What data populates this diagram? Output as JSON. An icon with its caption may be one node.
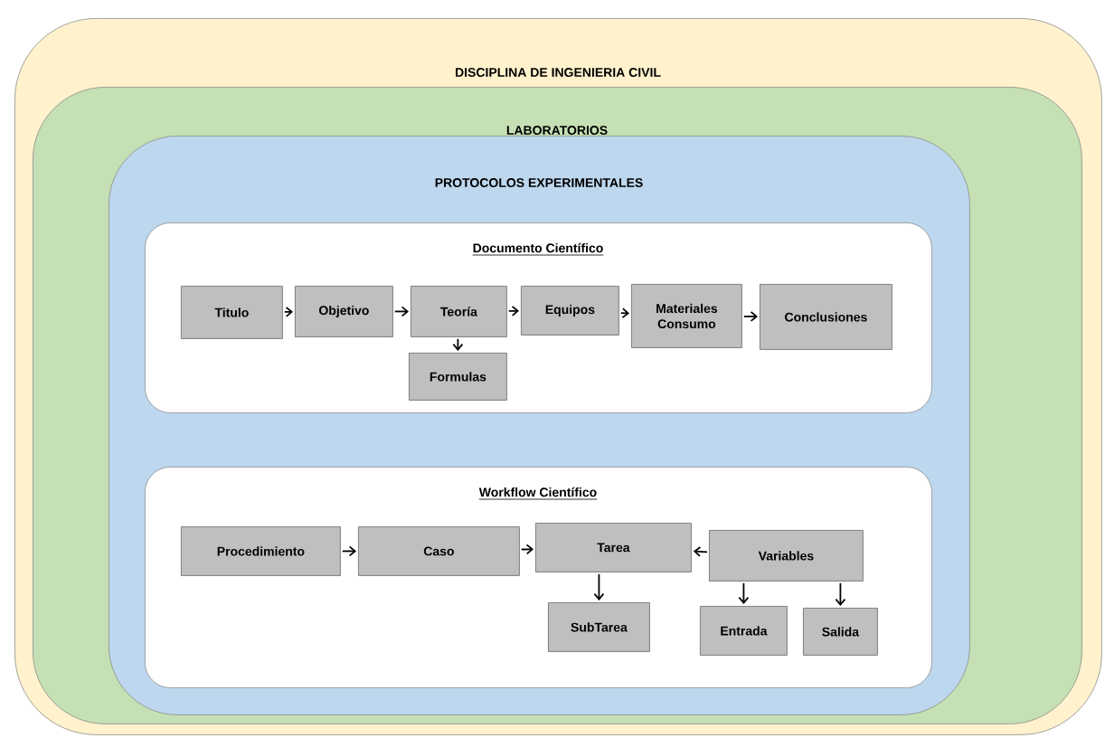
{
  "diagram": {
    "nodes": [
      {
        "text": [
          "DISCIPLINA DE INGENIERIA CIVIL"
        ]
      },
      {
        "text": [
          "LABORATORIOS"
        ],
        "in": 0
      },
      {
        "text": [
          "PROTOCOLOS EXPERIMENTALES"
        ],
        "in": 1
      },
      {
        "text": [
          "Documento Científico"
        ],
        "in": 2
      },
      {
        "text": [
          "Titulo"
        ],
        "in": 3
      },
      {
        "text": [
          "Objetivo"
        ],
        "in": 3
      },
      {
        "text": [
          "Teoría"
        ],
        "in": 3
      },
      {
        "text": [
          "Equipos"
        ],
        "in": 3
      },
      {
        "text": [
          "Materiales Consumo"
        ],
        "in": 3
      },
      {
        "text": [
          "Conclusiones"
        ],
        "in": 3
      },
      {
        "text": [
          "Formulas"
        ],
        "in": 3
      },
      {
        "text": [
          "Workflow Científico"
        ],
        "in": 2
      },
      {
        "text": [
          "Procedimiento"
        ],
        "in": 11
      },
      {
        "text": [
          "Caso"
        ],
        "in": 11
      },
      {
        "text": [
          "Tarea"
        ],
        "in": 11
      },
      {
        "text": [
          "Variables"
        ],
        "in": 11
      },
      {
        "text": [
          "SubTarea"
        ],
        "in": 11
      },
      {
        "text": [
          "Entrada"
        ],
        "in": 11
      },
      {
        "text": [
          "Salida"
        ],
        "in": 11
      }
    ],
    "edges": [
      {
        "from": 4,
        "to": 5,
        "arrow": "to"
      },
      {
        "from": 5,
        "to": 6,
        "arrow": "to"
      },
      {
        "from": 6,
        "to": 7,
        "arrow": "to"
      },
      {
        "from": 7,
        "to": 8,
        "arrow": "to"
      },
      {
        "from": 8,
        "to": 9,
        "arrow": "to"
      },
      {
        "from": 6,
        "to": 10,
        "arrow": "to"
      },
      {
        "from": 12,
        "to": 13,
        "arrow": "to"
      },
      {
        "from": 13,
        "to": 14,
        "arrow": "to"
      },
      {
        "from": 15,
        "to": 14,
        "arrow": "to"
      },
      {
        "from": 14,
        "to": 16,
        "arrow": "to"
      },
      {
        "from": 15,
        "to": 17,
        "arrow": "to"
      },
      {
        "from": 15,
        "to": 18,
        "arrow": "to"
      }
    ]
  }
}
